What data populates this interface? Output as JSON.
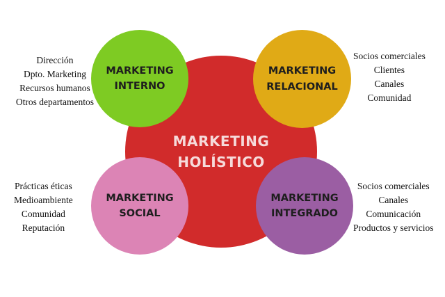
{
  "center": {
    "label": "MARKETING\nHOLÍSTICO"
  },
  "interno": {
    "label": "MARKETING\nINTERNO",
    "color": "#7ecb23",
    "items": [
      "Dirección",
      "Dpto. Marketing",
      "Recursos humanos",
      "Otros departamentos"
    ]
  },
  "relacional": {
    "label": "MARKETING\nRELACIONAL",
    "color": "#e0aa16",
    "items": [
      "Socios comerciales",
      "Clientes",
      "Canales",
      "Comunidad"
    ]
  },
  "social": {
    "label": "MARKETING\nSOCIAL",
    "color": "#dc84b5",
    "items": [
      "Prácticas éticas",
      "Medioambiente",
      "Comunidad",
      "Reputación"
    ]
  },
  "integrado": {
    "label": "MARKETING\nINTEGRADO",
    "color": "#9b5ea3",
    "items": [
      "Socios comerciales",
      "Canales",
      "Comunicación",
      "Productos y servicios"
    ]
  },
  "center_color": "#d12b2b"
}
